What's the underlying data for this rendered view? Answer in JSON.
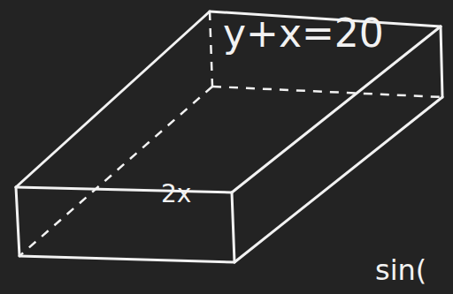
{
  "diagram": {
    "labels": [
      "y+x=20",
      "2x",
      "sin("
    ]
  }
}
